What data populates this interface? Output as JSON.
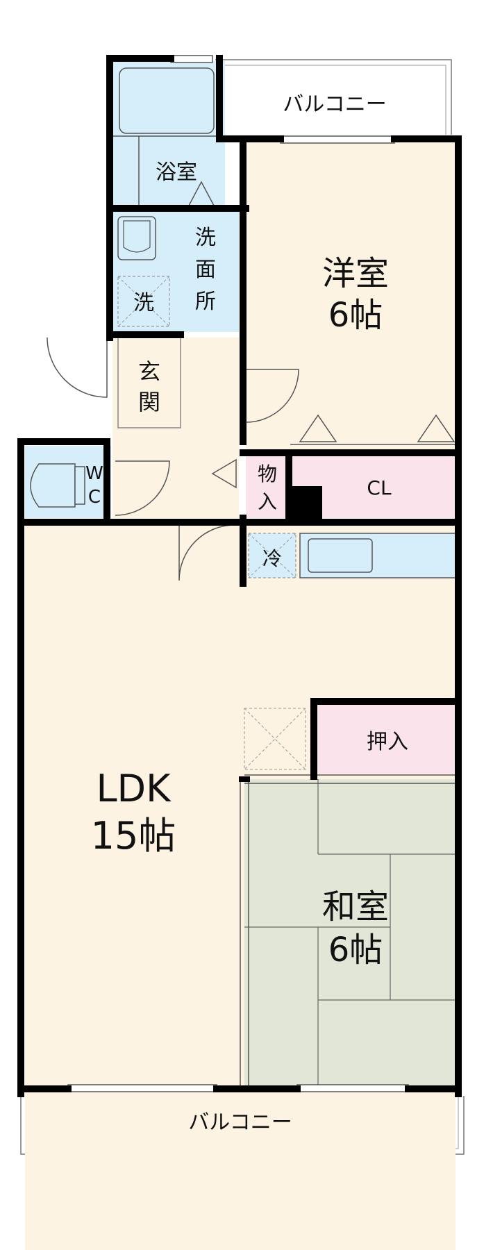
{
  "rooms": {
    "balcony_top": "バルコニー",
    "bath": "浴室",
    "washroom": "洗面所",
    "washer": "洗",
    "entrance": "玄関",
    "wc": "WC",
    "storage": "物入",
    "closet": "CL",
    "fridge": "冷",
    "oshiire": "押入",
    "balcony_bottom": "バルコニー"
  },
  "western_room": {
    "name": "洋室",
    "size": "6帖"
  },
  "ldk": {
    "name": "LDK",
    "size": "15帖"
  },
  "japanese_room": {
    "name": "和室",
    "size": "6帖"
  },
  "colors": {
    "wall": "#000000",
    "wood_floor": "#fdf3e3",
    "wet_area": "#d6eefa",
    "storage": "#fbe3ec",
    "tatami": "#e1e6d7",
    "balcony": "#ffffff"
  }
}
